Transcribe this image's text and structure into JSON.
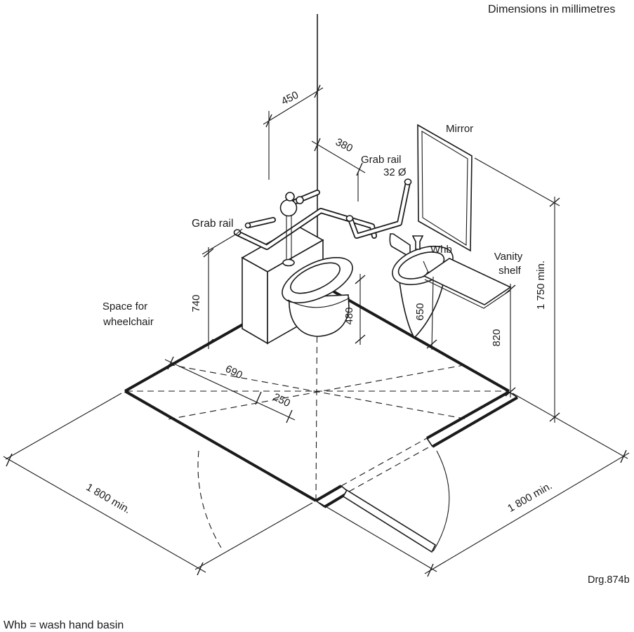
{
  "title_note": "Dimensions in millimetres",
  "footnote": "Whb = wash hand basin",
  "drawing_number": "Drg.874b",
  "labels": {
    "mirror": "Mirror",
    "grab_rail_toilet": "Grab rail",
    "grab_rail_basin_l1": "Grab rail",
    "grab_rail_basin_l2": "32 Ø",
    "whb": "Whb",
    "vanity_shelf_l1": "Vanity",
    "vanity_shelf_l2": "shelf",
    "wheelchair_space_l1": "Space for",
    "wheelchair_space_l2": "wheelchair"
  },
  "dimensions": {
    "rail_setout_450": "450",
    "basin_rail_offset_380": "380",
    "toilet_rail_height_740": "740",
    "seat_height_480": "480",
    "basin_height_650": "650",
    "shelf_height_820": "820",
    "mirror_top_height_1750": "1 750 min.",
    "toilet_centre_690": "690",
    "centre_offset_250": "250",
    "floor_width_1800": "1 800 min.",
    "floor_depth_1800": "1 800 min."
  },
  "colors": {
    "line": "#1a1a1a",
    "background": "#ffffff"
  }
}
